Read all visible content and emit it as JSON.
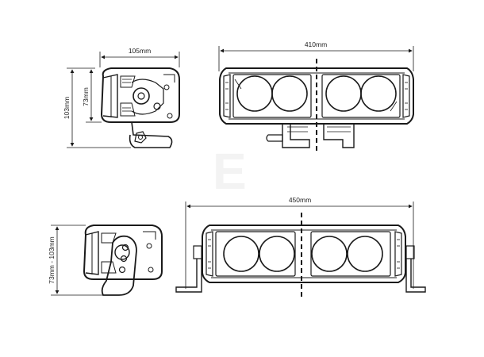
{
  "dimensions": {
    "side_width": "105mm",
    "side_height_total": "103mm",
    "side_height_body": "73mm",
    "front_width_top": "410mm",
    "front_width_bottom": "450mm",
    "side_height_range": "73mm - 103mm"
  },
  "colors": {
    "line": "#1a1a1a",
    "lens": "#ffffff",
    "body_fill": "#ffffff"
  }
}
